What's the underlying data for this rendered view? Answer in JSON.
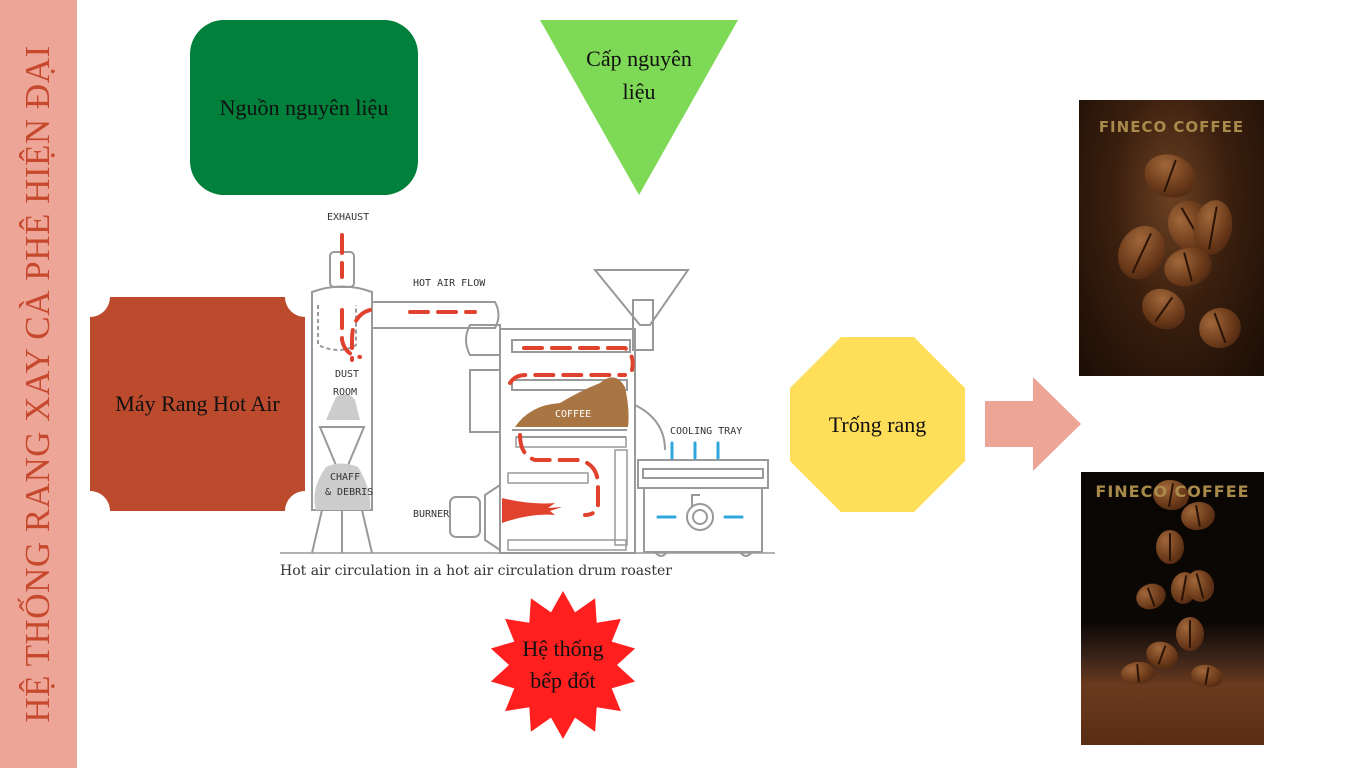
{
  "sidebar": {
    "title": "HỆ THỐNG RANG XAY CÀ PHÊ HIỆN ĐẠI"
  },
  "nodes": {
    "source": {
      "label": "Nguồn nguyên liệu",
      "color": "#00803a"
    },
    "feed": {
      "label_line1": "Cấp nguyên",
      "label_line2": "liệu",
      "color": "#7ed957"
    },
    "roaster": {
      "label": "Máy Rang Hot Air",
      "color": "#bc4b2e"
    },
    "drum": {
      "label": "Trống rang",
      "color": "#ffde59"
    },
    "burner": {
      "label_line1": "Hệ thống",
      "label_line2": "bếp đốt",
      "color": "#ff1f1f"
    }
  },
  "arrow": {
    "color": "#eca596"
  },
  "diagram": {
    "labels": {
      "exhaust": "EXHAUST",
      "hot_air_flow": "HOT AIR FLOW",
      "dust": "DUST",
      "room": "ROOM",
      "chaff": "CHAFF",
      "debris": "& DEBRIS",
      "burner": "BURNER",
      "coffee": "COFFEE",
      "cooling_tray": "COOLING TRAY"
    },
    "caption": "Hot air circulation in a hot air circulation drum roaster"
  },
  "posters": [
    {
      "title": "FINECO COFFEE"
    },
    {
      "title": "FINECO COFFEE"
    }
  ]
}
